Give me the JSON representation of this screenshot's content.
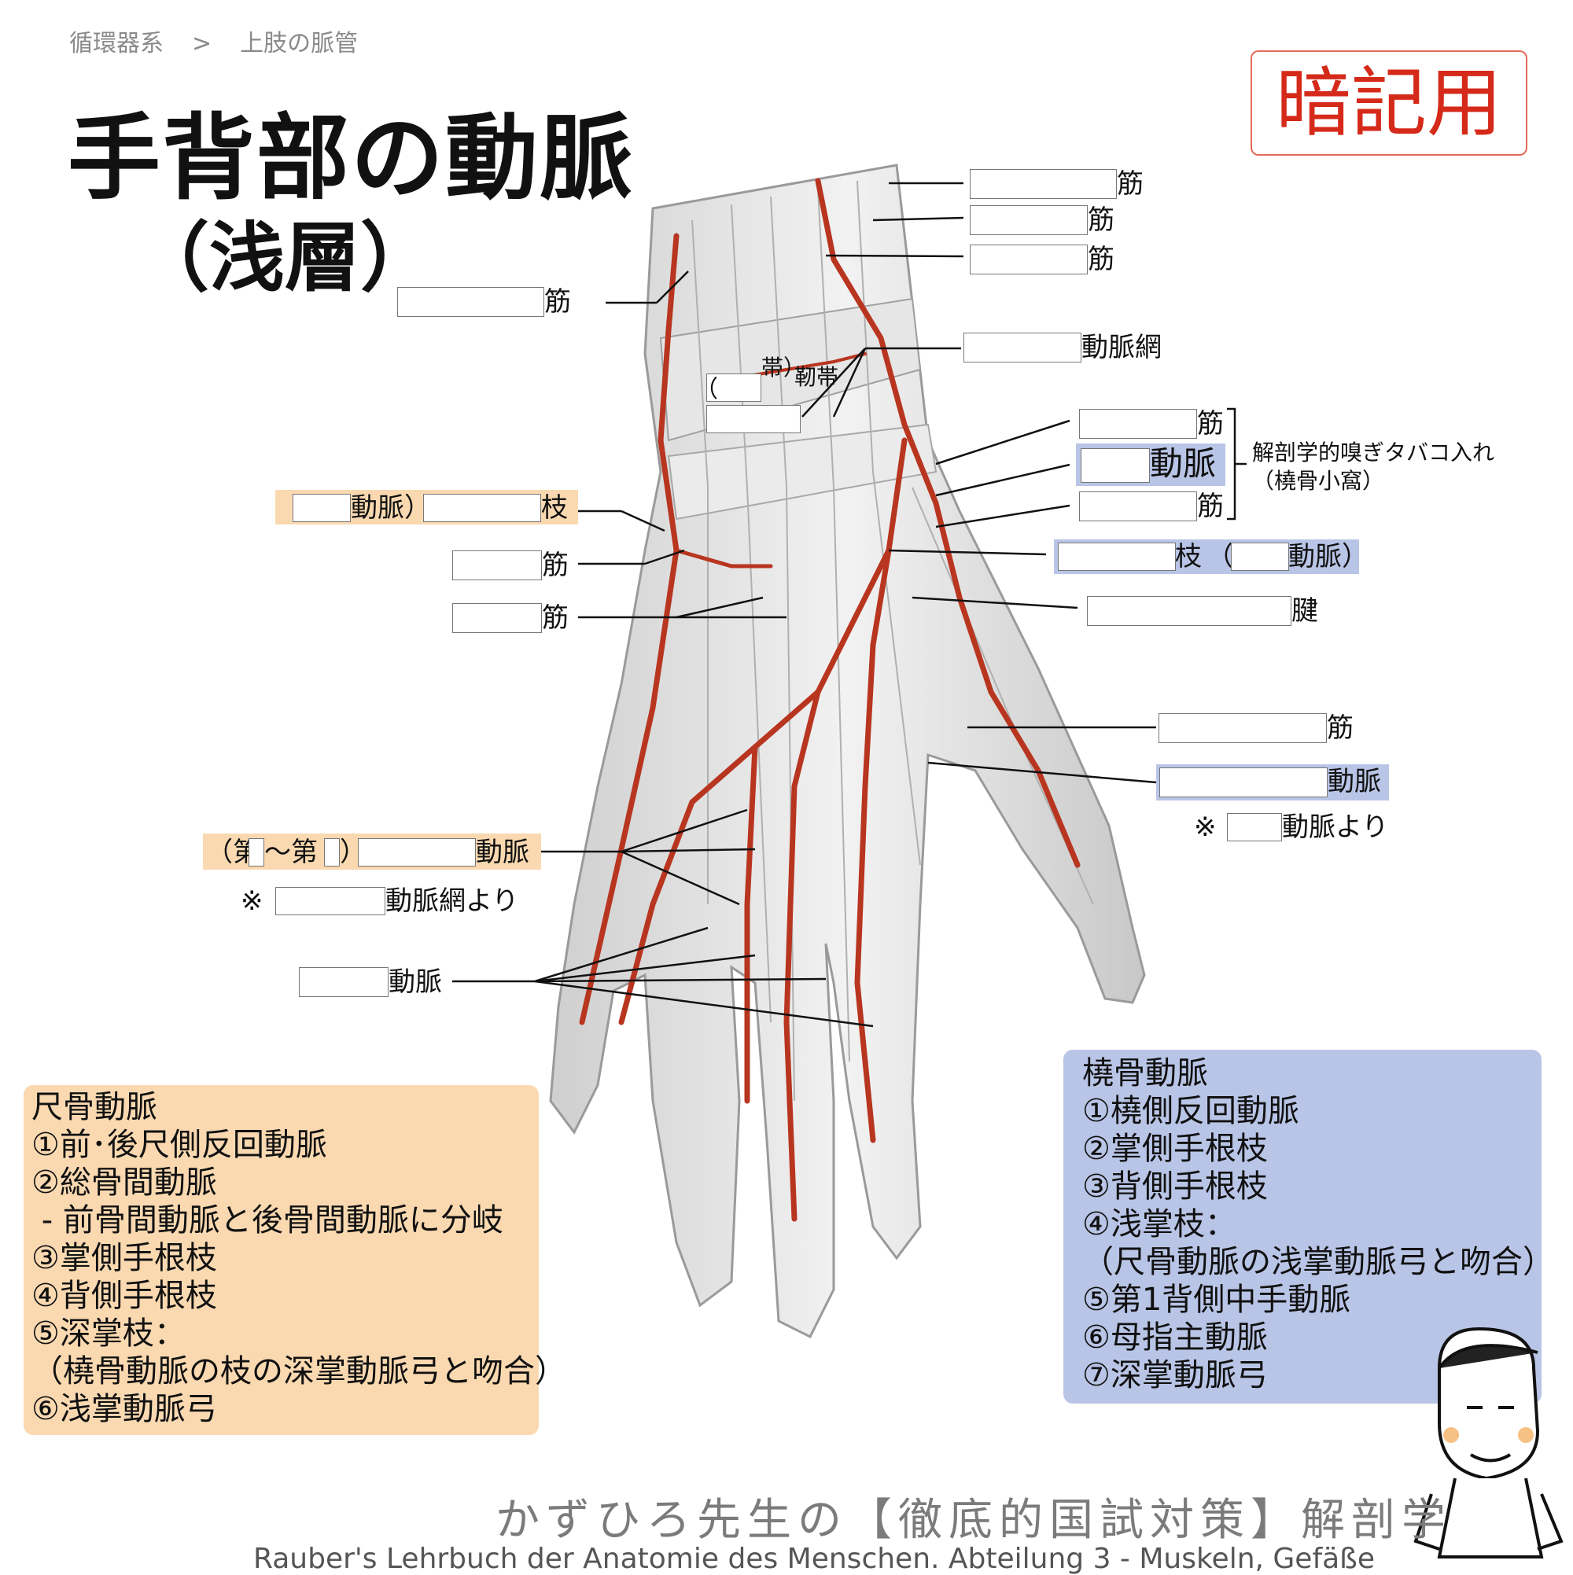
{
  "breadcrumb": {
    "category": "循環器系",
    "separator": ">",
    "page": "上肢の脈管"
  },
  "title": "手背部の動脈",
  "subtitle": "（浅層）",
  "badge": "暗記用",
  "labels": {
    "muscle": "筋",
    "tendon": "腱",
    "artery": "動脈",
    "rete": "動脈網",
    "branch": "枝",
    "retinaculum_a": "帯）",
    "retinaculum_b": "靭帯",
    "open_paren": "（",
    "ulnar_branch_suffix": "動脈）",
    "radial_branch_paren_open": "（",
    "radial_branch_suffix": "動脈）",
    "snuffbox_title": "解剖学的嗅ぎタバコ入れ",
    "snuffbox_sub": "（橈骨小窩）",
    "metacarpal_prefix_1": "（第",
    "metacarpal_tilde": "〜第",
    "metacarpal_close": "）",
    "from_mark": "※",
    "from_rete": "動脈網より",
    "from_artery": "動脈より"
  },
  "ulnar_panel": {
    "title": "尺骨動脈",
    "items": [
      "①前･後尺側反回動脈",
      "②総骨間動脈",
      " - 前骨間動脈と後骨間動脈に分岐",
      "③掌側手根枝",
      "④背側手根枝",
      "⑤深掌枝：",
      "（橈骨動脈の枝の深掌動脈弓と吻合）",
      "⑥浅掌動脈弓"
    ]
  },
  "radial_panel": {
    "title": "橈骨動脈",
    "items": [
      "①橈側反回動脈",
      "②掌側手根枝",
      "③背側手根枝",
      "④浅掌枝：",
      "（尺骨動脈の浅掌動脈弓と吻合）",
      "⑤第1背側中手動脈",
      "⑥母指主動脈",
      "⑦深掌動脈弓"
    ]
  },
  "footer": {
    "japanese": "かずひろ先生の【徹底的国試対策】解剖学",
    "credit": "Rauber's Lehrbuch der Anatomie des Menschen. Abteilung 3 - Muskeln, Gefäße"
  },
  "colors": {
    "artery": "#b8351f",
    "orange_panel": "#fad9b1",
    "blue_panel": "#b9c5e6",
    "badge": "#d52a1a"
  }
}
